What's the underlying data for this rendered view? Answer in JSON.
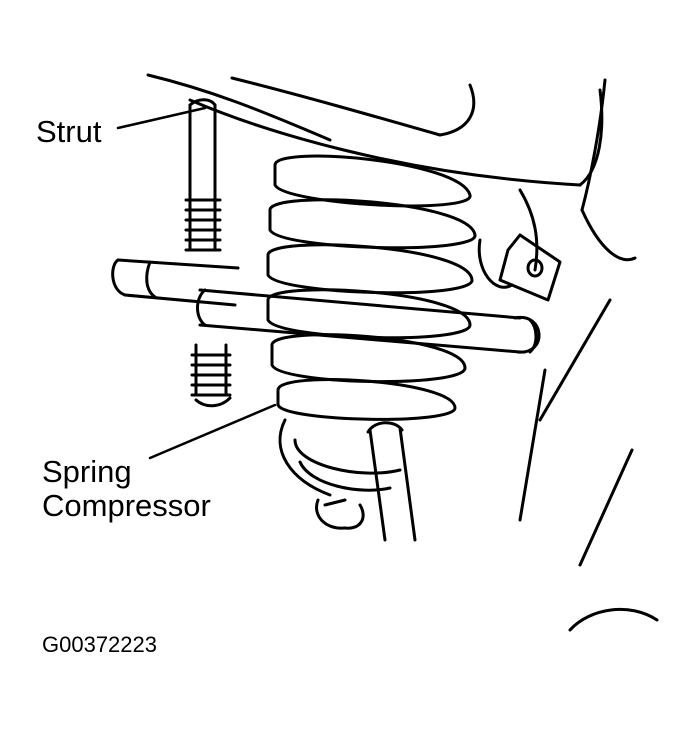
{
  "labels": {
    "strut": "Strut",
    "spring_line1": "Spring",
    "spring_line2": "Compressor"
  },
  "figure_id": "G00372223",
  "colors": {
    "ink": "#000000",
    "paper": "#ffffff"
  }
}
